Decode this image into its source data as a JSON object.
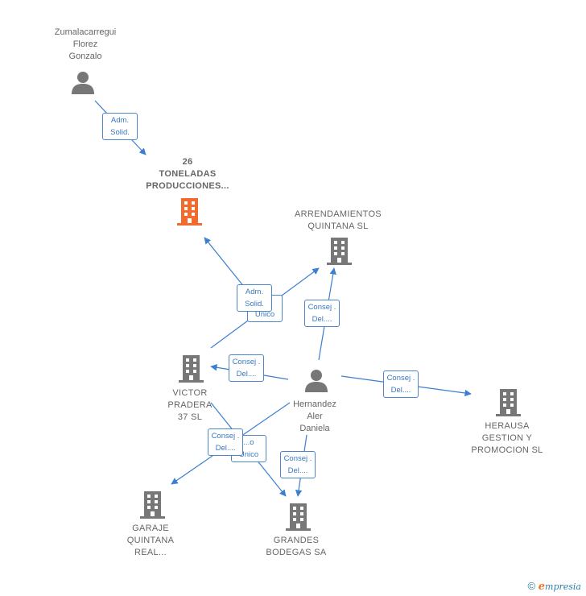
{
  "nodes": {
    "zumalacarregui": {
      "lines": [
        "Zumalacarregui",
        "Florez",
        "Gonzalo"
      ],
      "type": "person-icon"
    },
    "toneladas": {
      "lines": [
        "26",
        "TONELADAS",
        "PRODUCCIONES..."
      ],
      "type": "building-icon",
      "highlight": true
    },
    "arrendamientos": {
      "lines": [
        "ARRENDAMIENTOS",
        "QUINTANA  SL"
      ],
      "type": "building-icon"
    },
    "victor": {
      "lines": [
        "VICTOR",
        "PRADERA",
        "37 SL"
      ],
      "type": "building-icon"
    },
    "hernandez": {
      "lines": [
        "Hernandez",
        "Aler",
        "Daniela"
      ],
      "type": "person-icon"
    },
    "herausa": {
      "lines": [
        "HERAUSA",
        "GESTION Y",
        "PROMOCION SL"
      ],
      "type": "building-icon"
    },
    "garaje": {
      "lines": [
        "GARAJE",
        "QUINTANA",
        "REAL..."
      ],
      "type": "building-icon"
    },
    "grandes": {
      "lines": [
        "GRANDES",
        "BODEGAS SA"
      ],
      "type": "building-icon"
    }
  },
  "edge_labels": {
    "adm_zuma": [
      "Adm.",
      "Solid."
    ],
    "unico_back": [
      "...o",
      "Unico"
    ],
    "adm_victor": [
      "Adm.",
      "Solid."
    ],
    "consej_arr": [
      "Consej .",
      "Del...."
    ],
    "consej_victor": [
      "Consej .",
      "Del...."
    ],
    "consej_herausa": [
      "Consej .",
      "Del...."
    ],
    "unico_back2": [
      "...o",
      "Unico"
    ],
    "consej_garaje": [
      "Consej .",
      "Del...."
    ],
    "consej_grandes": [
      "Consej .",
      "Del...."
    ]
  },
  "footer": {
    "copyright": "©",
    "brand_e": "e",
    "brand_rest": "mpresia"
  },
  "colors": {
    "edge": "#3a7fd0",
    "icon": "#777777",
    "highlight": "#f26a2d",
    "label_border": "#4a86c8"
  }
}
